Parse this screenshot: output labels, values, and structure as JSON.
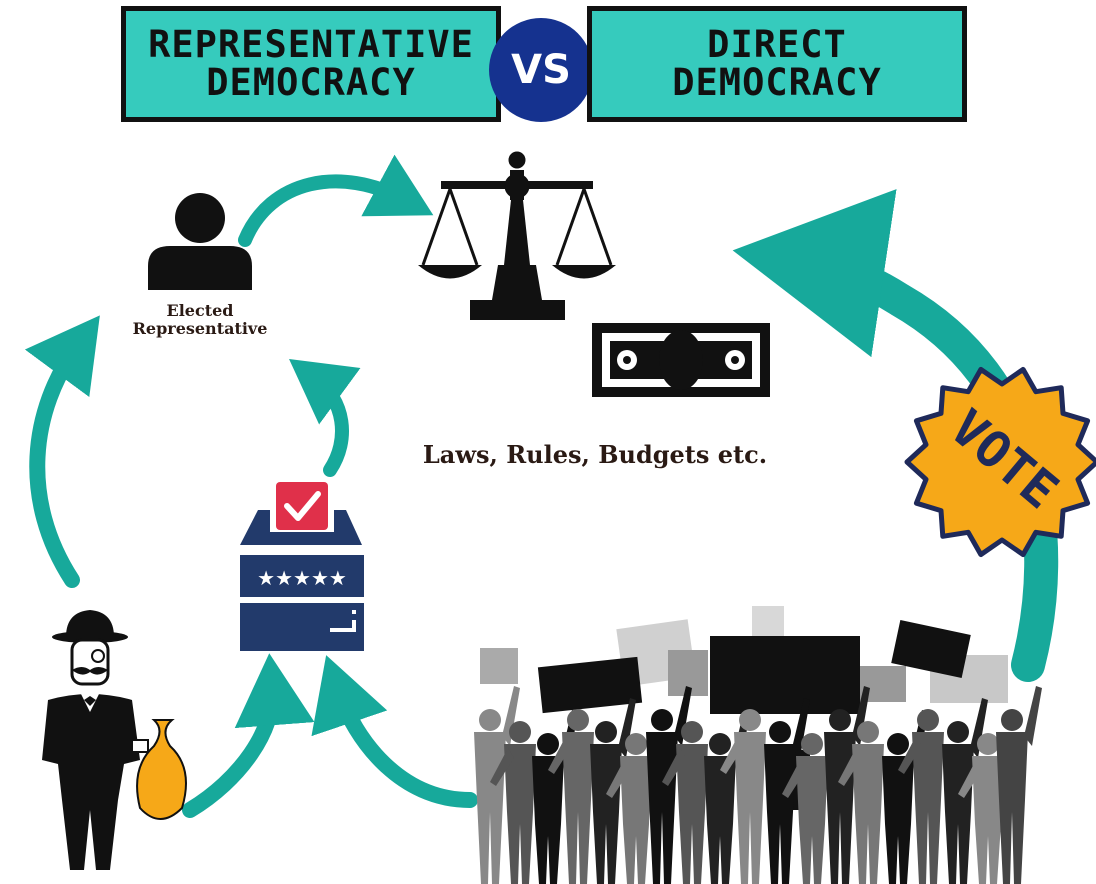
{
  "header": {
    "left_title": [
      "REPRESENTATIVE",
      "DEMOCRACY"
    ],
    "vs": "VS",
    "right_title": [
      "DIRECT",
      "DEMOCRACY"
    ]
  },
  "labels": {
    "elected_representative": [
      "Elected",
      "Representative"
    ],
    "laws": "Laws, Rules, Budgets etc.",
    "vote_badge": "VOTE"
  },
  "colors": {
    "teal": "#36cbbd",
    "arrow_teal": "#17a99b",
    "navy": "#15328f",
    "ballot_navy": "#223a6b",
    "badge_orange": "#f6a818",
    "check_red": "#e0304a"
  }
}
